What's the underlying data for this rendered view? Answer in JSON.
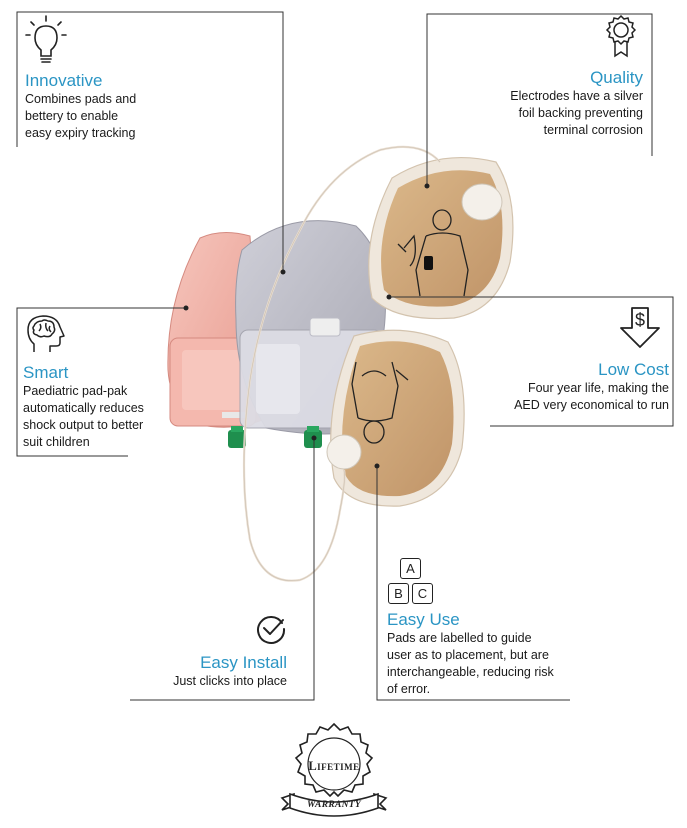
{
  "features": {
    "innovative": {
      "title": "Innovative",
      "desc_lines": [
        "Combines pads and",
        "bettery to enable",
        "easy expiry tracking"
      ],
      "icon": "lightbulb-icon"
    },
    "quality": {
      "title": "Quality",
      "desc_lines": [
        "Electrodes have a silver",
        "foil backing preventing",
        "terminal corrosion"
      ],
      "icon": "award-ribbon-icon"
    },
    "smart": {
      "title": "Smart",
      "desc_lines": [
        "Paediatric pad-pak",
        "automatically reduces",
        "shock output to better",
        "suit children"
      ],
      "icon": "brain-head-icon"
    },
    "low_cost": {
      "title": "Low Cost",
      "desc_lines": [
        "Four year life, making the",
        "AED very economical to run"
      ],
      "icon": "dollar-down-arrow-icon"
    },
    "easy_use": {
      "title": "Easy Use",
      "desc_lines": [
        "Pads are labelled to guide",
        "user as to placement, but are",
        "interchangeable, reducing risk",
        "of error."
      ],
      "icon": "abc-blocks-icon",
      "blocks": [
        "A",
        "B",
        "C"
      ]
    },
    "easy_install": {
      "title": "Easy Install",
      "desc_lines": [
        "Just clicks into place"
      ],
      "icon": "check-circle-icon"
    }
  },
  "badge": {
    "line1": "Lifetime",
    "line2": "Warranty",
    "icon": "warranty-seal-icon"
  },
  "colors": {
    "accent": "#2b95c4",
    "text": "#1a1a1a",
    "line": "#333333",
    "pink_pack": "#f2b2a8",
    "grey_pack": "#b9b9c3",
    "pad_tan": "#cfa878",
    "connector_green": "#1f8f4e"
  }
}
